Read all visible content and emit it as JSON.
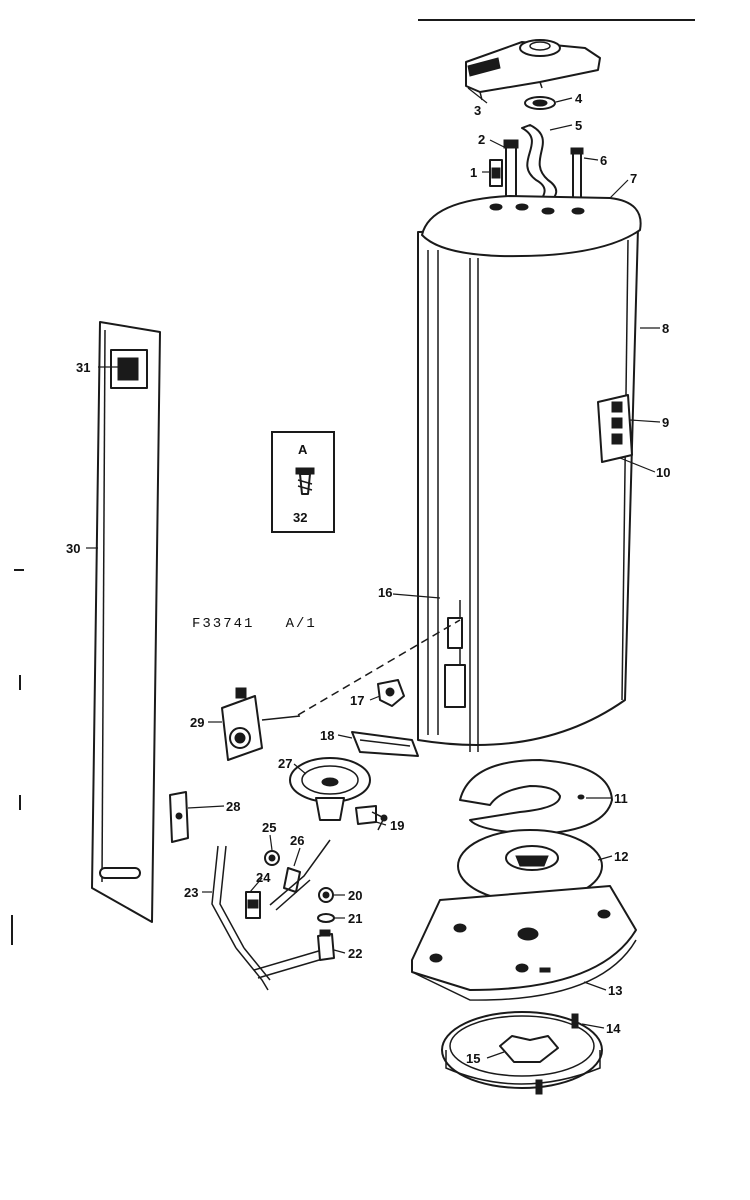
{
  "figure_code": "F33741   A/1",
  "inset": {
    "letter": "A",
    "number": "32"
  },
  "callouts": [
    "1",
    "2",
    "3",
    "4",
    "5",
    "6",
    "7",
    "8",
    "9",
    "10",
    "11",
    "12",
    "13",
    "14",
    "15",
    "16",
    "17",
    "18",
    "19",
    "20",
    "21",
    "22",
    "23",
    "24",
    "25",
    "26",
    "27",
    "28",
    "29",
    "30",
    "31"
  ]
}
